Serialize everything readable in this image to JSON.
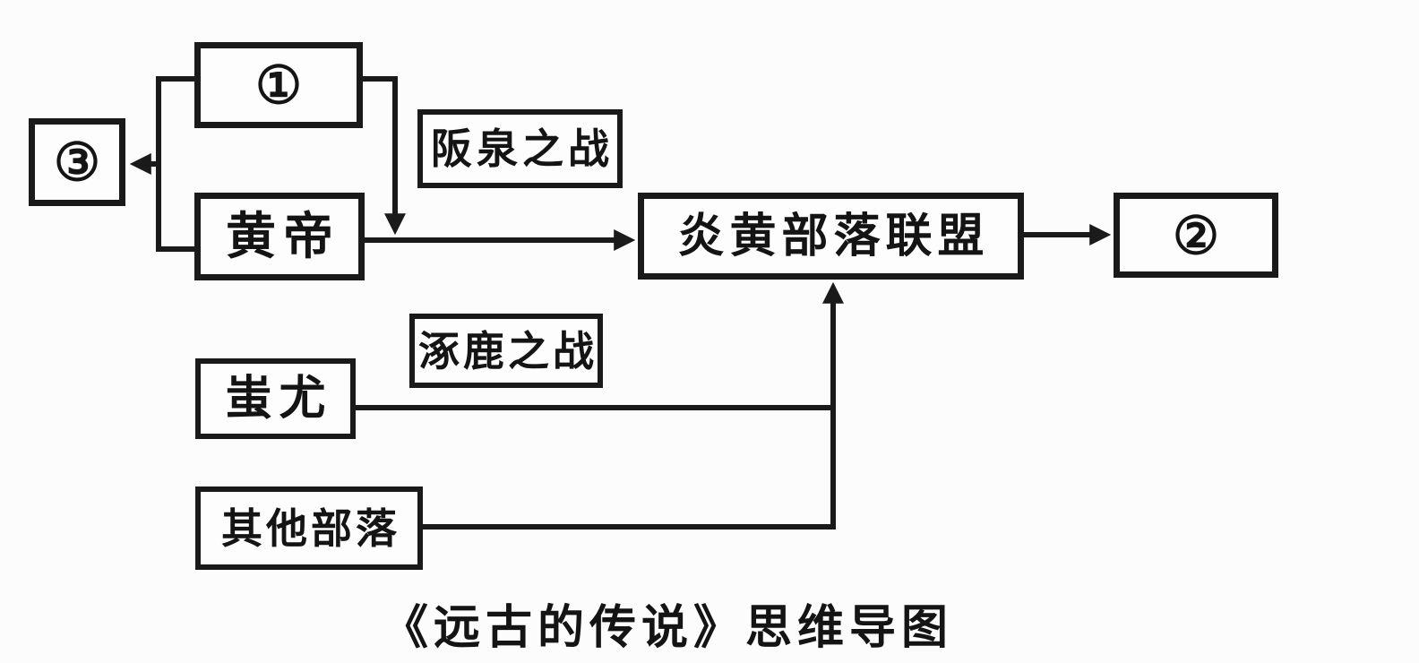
{
  "page": {
    "caption": "《远古的传说》思维导图",
    "background_color": "#fcfcfc",
    "line_color": "#1a1a1a",
    "text_color": "#141414"
  },
  "nodes": {
    "blank1": {
      "label": "①"
    },
    "blank2": {
      "label": "②"
    },
    "blank3": {
      "label": "③"
    },
    "huangdi": {
      "label": "黄帝"
    },
    "alliance": {
      "label": "炎黄部落联盟"
    },
    "banquan": {
      "label": "阪泉之战"
    },
    "zhuolu": {
      "label": "涿鹿之战"
    },
    "chiyou": {
      "label": "蚩尤"
    },
    "other_tribes": {
      "label": "其他部落"
    }
  },
  "edges": {
    "bracket_to_blank3": "①+黄帝 → ③",
    "blank1_down_join": "① ↓ 合流",
    "huangdi_to_alliance": "黄帝 → 炎黄部落联盟",
    "alliance_to_blank2": "炎黄部落联盟 → ②",
    "chiyou_join": "蚩尤 —",
    "other_tribes_up_to_alliance": "其他部落 ↑ 炎黄部落联盟"
  }
}
